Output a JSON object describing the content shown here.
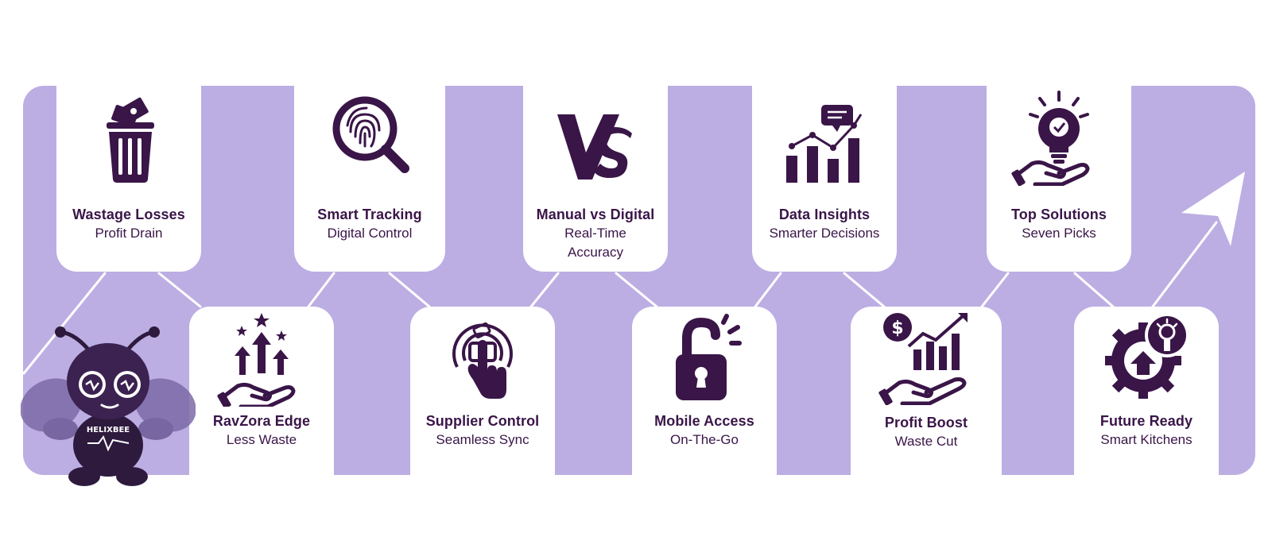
{
  "colors": {
    "band": "#bcaee3",
    "ink": "#3a1548",
    "card": "#ffffff",
    "line": "#ffffff"
  },
  "steps": [
    {
      "title": "Wastage Losses",
      "subtitle": "Profit Drain",
      "icon": "trash-bin-money-icon"
    },
    {
      "title": "RavZora Edge",
      "subtitle": "Less Waste",
      "icon": "hand-growth-arrows-icon"
    },
    {
      "title": "Smart Tracking",
      "subtitle": "Digital Control",
      "icon": "fingerprint-magnifier-icon"
    },
    {
      "title": "Supplier Control",
      "subtitle": "Seamless Sync",
      "icon": "touch-tap-icon"
    },
    {
      "title": "Manual vs Digital",
      "subtitle": "Real-Time Accuracy",
      "icon": "versus-icon"
    },
    {
      "title": "Mobile Access",
      "subtitle": "On-The-Go",
      "icon": "unlocked-padlock-icon"
    },
    {
      "title": "Data Insights",
      "subtitle": "Smarter Decisions",
      "icon": "bar-chart-insight-icon"
    },
    {
      "title": "Profit Boost",
      "subtitle": "Waste Cut",
      "icon": "hand-dollar-chart-icon"
    },
    {
      "title": "Top Solutions",
      "subtitle": "Seven Picks",
      "icon": "hand-lightbulb-gear-icon"
    },
    {
      "title": "Future Ready",
      "subtitle": "Smart Kitchens",
      "icon": "gear-lightbulb-icon"
    }
  ],
  "mascot": {
    "shirt_text": "HELIXBEE",
    "icon": "bee-mascot-icon"
  }
}
